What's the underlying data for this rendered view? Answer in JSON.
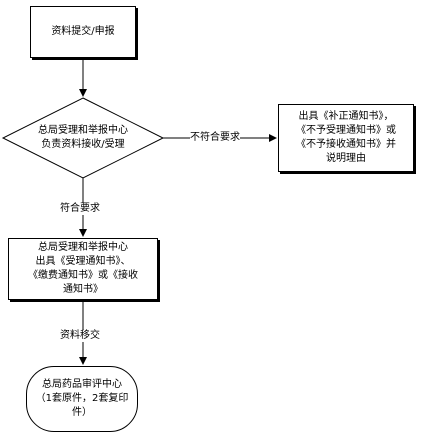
{
  "diagram": {
    "start_box": "资料提交/申报",
    "decision": {
      "line1": "总局受理和举报中心",
      "line2": "负责资料接收/受理"
    },
    "no_label": "不符合要求",
    "reject_box": {
      "line1": "出具《补正通知书》，",
      "line2": "《不予受理通知书》或",
      "line3": "《不予接收通知书》并",
      "line4": "说明理由"
    },
    "yes_label": "符合要求",
    "accept_box": {
      "line1": "总局受理和举报中心",
      "line2": "出具《受理通知书》、",
      "line3": "《缴费通知书》或《接收",
      "line4": "通知书》"
    },
    "transfer_label": "资料移交",
    "end_terminal": {
      "line1": "总局药品审评中心",
      "line2": "（1套原件，2套复印",
      "line3": "件）"
    }
  }
}
